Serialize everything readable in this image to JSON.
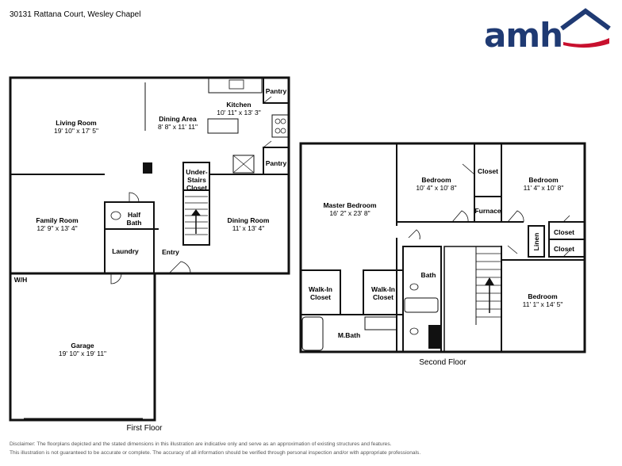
{
  "header": {
    "address": "30131 Rattana Court, Wesley Chapel",
    "logo_text": "amh",
    "logo_colors": {
      "text": "#1f3a73",
      "roof": "#1f3a73",
      "swoosh": "#c8102e"
    }
  },
  "first_floor": {
    "title": "First Floor",
    "rooms": {
      "living_room": {
        "name": "Living Room",
        "dims": "19' 10\" x 17' 5\""
      },
      "dining_area": {
        "name": "Dining Area",
        "dims": "8' 8\" x 11' 11\""
      },
      "kitchen": {
        "name": "Kitchen",
        "dims": "10' 11\" x 13' 3\""
      },
      "pantry_top": {
        "name": "Pantry"
      },
      "pantry_bottom": {
        "name": "Pantry"
      },
      "under_stairs": {
        "name": "Under-Stairs Closet",
        "line1": "Under-",
        "line2": "Stairs",
        "line3": "Closet"
      },
      "family_room": {
        "name": "Family Room",
        "dims": "12' 9\" x 13' 4\""
      },
      "half_bath": {
        "line1": "Half",
        "line2": "Bath"
      },
      "dining_room": {
        "name": "Dining Room",
        "dims": "11' x 13' 4\""
      },
      "laundry": {
        "name": "Laundry"
      },
      "entry": {
        "name": "Entry"
      },
      "wh": {
        "name": "W/H"
      },
      "garage": {
        "name": "Garage",
        "dims": "19' 10\" x 19' 11\""
      }
    }
  },
  "second_floor": {
    "title": "Second Floor",
    "rooms": {
      "master_bedroom": {
        "name": "Master Bedroom",
        "dims": "16' 2\" x 23' 8\""
      },
      "bedroom_a": {
        "name": "Bedroom",
        "dims": "10' 4\" x 10' 8\""
      },
      "closet_a": {
        "name": "Closet"
      },
      "bedroom_b": {
        "name": "Bedroom",
        "dims": "11' 4\" x 10' 8\""
      },
      "furnace": {
        "name": "Furnace"
      },
      "closet_b": {
        "name": "Closet"
      },
      "linen": {
        "name": "Linen"
      },
      "closet_c": {
        "name": "Closet"
      },
      "walkin_1": {
        "line1": "Walk-In",
        "line2": "Closet"
      },
      "walkin_2": {
        "line1": "Walk-In",
        "line2": "Closet"
      },
      "bath": {
        "name": "Bath"
      },
      "bedroom_c": {
        "name": "Bedroom",
        "dims": "11' 1\" x 14' 5\""
      },
      "mbath": {
        "name": "M.Bath"
      }
    }
  },
  "disclaimer": {
    "line1": "Disclaimer: The floorplans depicted and the stated dimensions in this illustration are indicative only and serve as an approximation of existing structures and features.",
    "line2": "This illustration is not guaranteed to be accurate or complete. The accuracy of all information should be verified through personal inspection and/or with appropriate professionals."
  }
}
